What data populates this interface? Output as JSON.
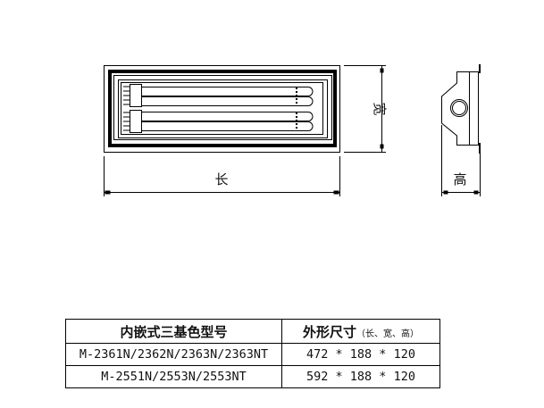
{
  "drawing": {
    "length_label": "长",
    "width_label": "宽",
    "height_label": "高"
  },
  "table": {
    "headers": {
      "model": "内嵌式三基色型号",
      "size": "外形尺寸",
      "size_note": "（长、宽、高）"
    },
    "rows": [
      {
        "model": "M-2361N/2362N/2363N/2363NT",
        "size": "472 * 188 * 120"
      },
      {
        "model": "M-2551N/2553N/2553NT",
        "size": "592 * 188 * 120"
      }
    ]
  }
}
